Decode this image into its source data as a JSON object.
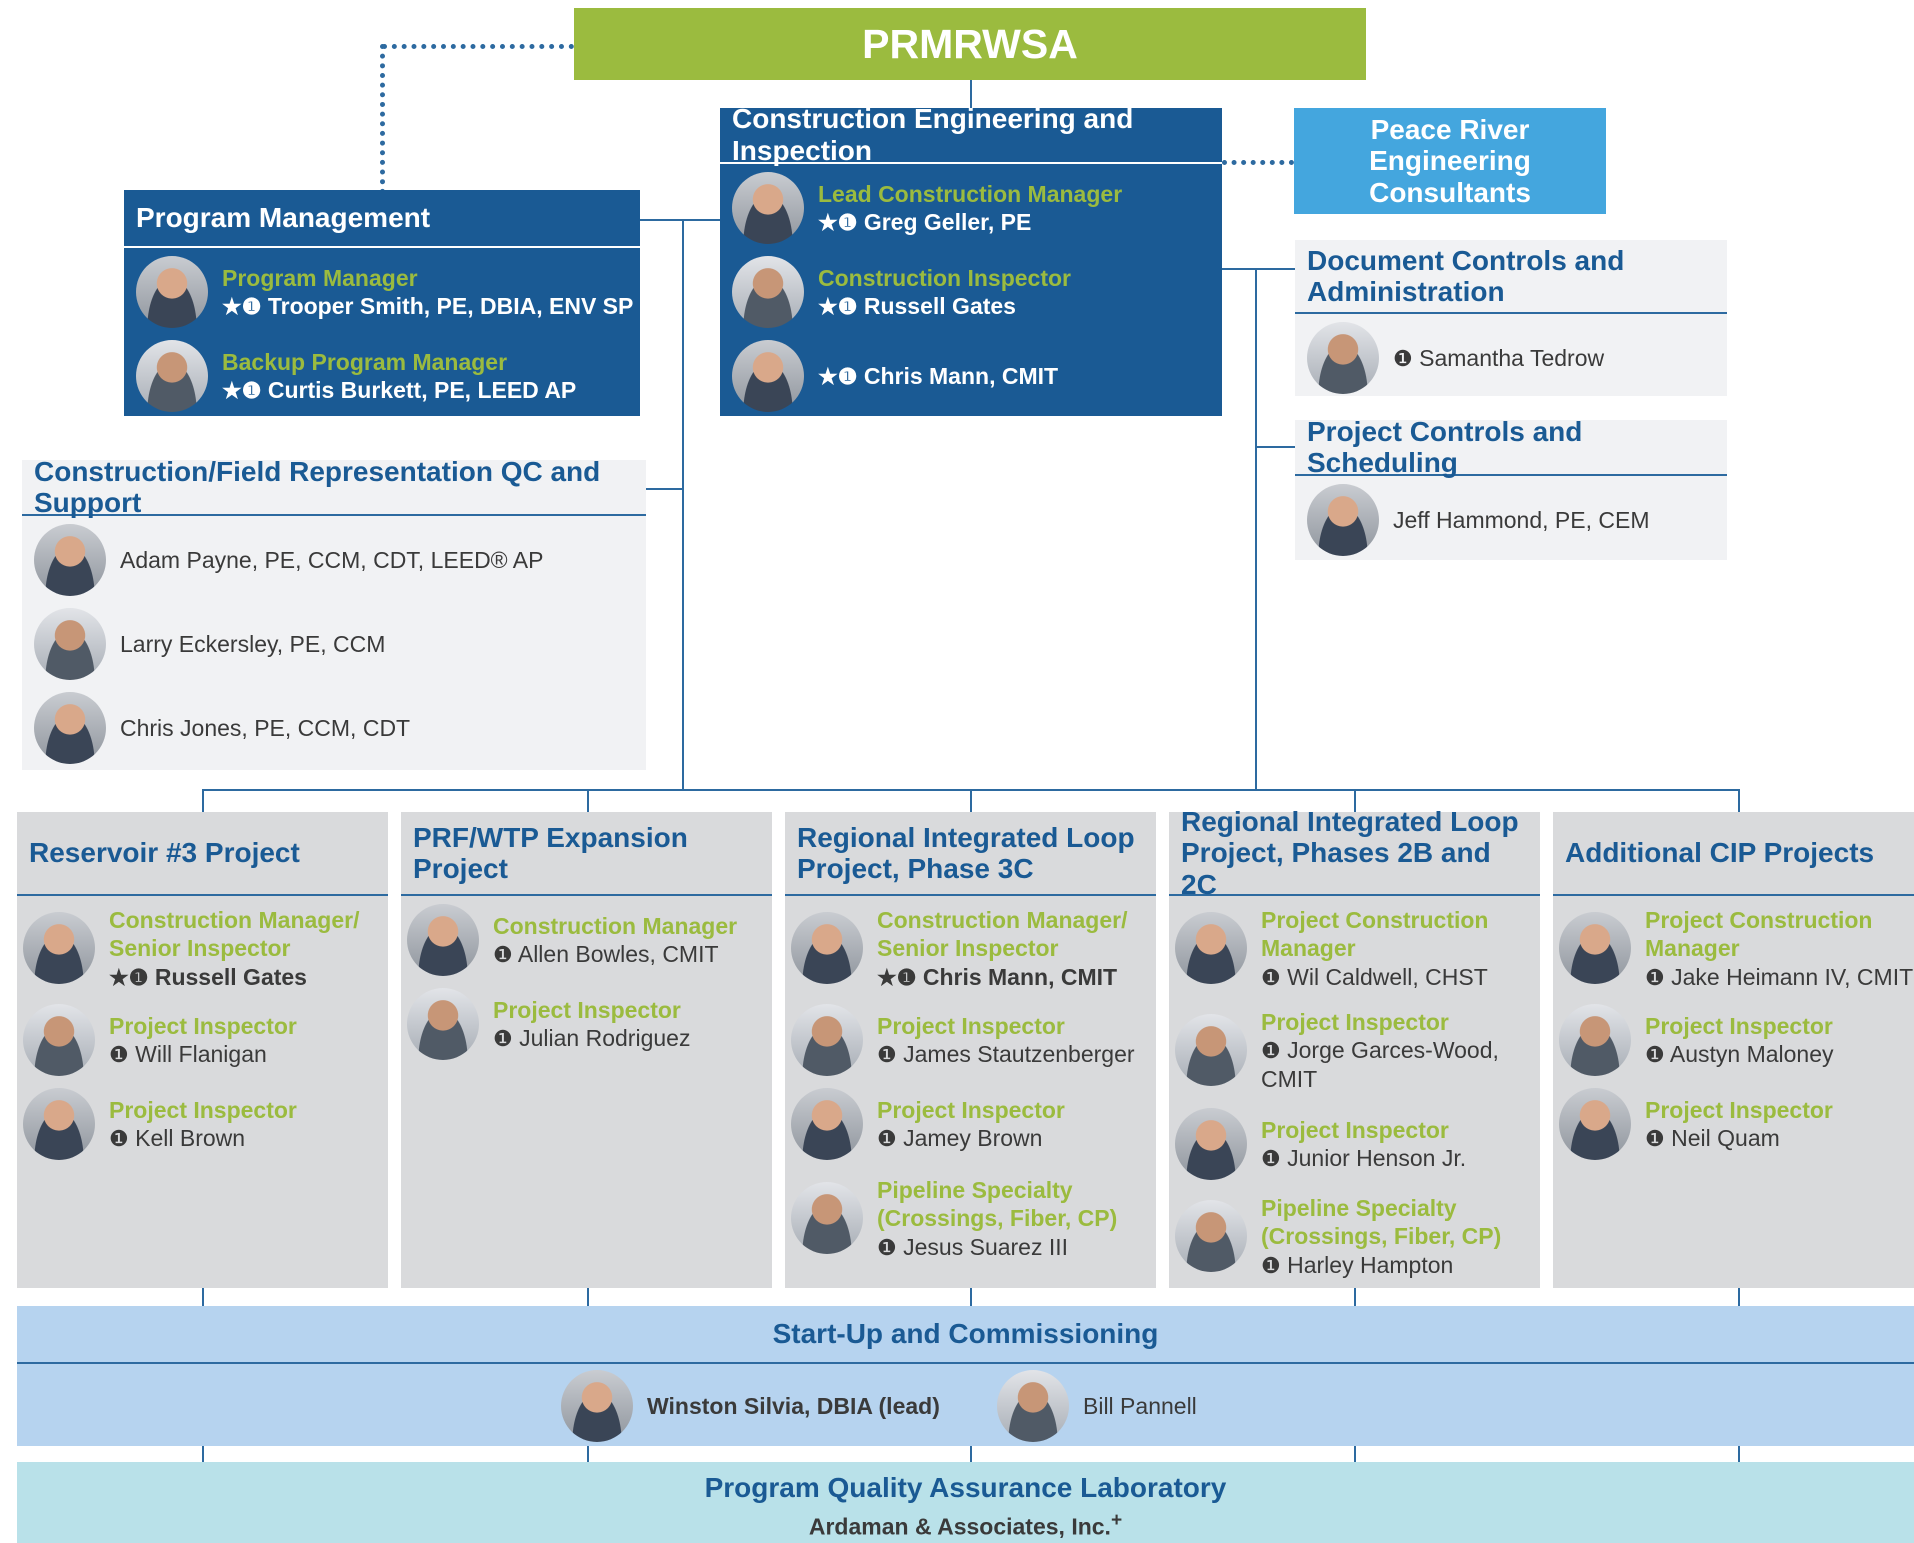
{
  "top": {
    "title": "PRMRWSA"
  },
  "program_management": {
    "title": "Program Management",
    "people": [
      {
        "role": "Program Manager",
        "icons": "★❶",
        "name": "Trooper Smith, PE, DBIA, ENV SP"
      },
      {
        "role": "Backup Program Manager",
        "icons": "★❶",
        "name": "Curtis Burkett, PE, LEED AP"
      }
    ]
  },
  "cei": {
    "title": "Construction Engineering and Inspection",
    "people": [
      {
        "role": "Lead Construction Manager",
        "icons": "★❶",
        "name": "Greg Geller, PE"
      },
      {
        "role": "Construction Inspector",
        "icons": "★❶",
        "name": "Russell Gates"
      },
      {
        "role": "",
        "icons": "★❶",
        "name": "Chris Mann, CMIT"
      }
    ]
  },
  "peace_river": {
    "line1": "Peace River",
    "line2": "Engineering Consultants"
  },
  "document_controls": {
    "title_line1": "Document Controls and",
    "title_line2": "Administration",
    "person": {
      "icons": "❶",
      "name": "Samantha Tedrow"
    }
  },
  "project_controls": {
    "title": "Project Controls and Scheduling",
    "person": {
      "name": "Jeff Hammond, PE, CEM"
    }
  },
  "field_rep": {
    "title": "Construction/Field Representation QC and Support",
    "people": [
      {
        "name": "Adam Payne, PE, CCM, CDT, LEED® AP"
      },
      {
        "name": "Larry Eckersley, PE, CCM"
      },
      {
        "name": "Chris Jones, PE, CCM, CDT"
      }
    ]
  },
  "projects": [
    {
      "title_line1": "Reservoir #3 Project",
      "title_line2": "",
      "people": [
        {
          "role1": "Construction Manager/",
          "role2": "Senior Inspector",
          "icons": "★❶",
          "name": "Russell Gates",
          "bold": true
        },
        {
          "role1": "Project Inspector",
          "role2": "",
          "icons": "❶",
          "name": "Will Flanigan",
          "bold": false
        },
        {
          "role1": "Project Inspector",
          "role2": "",
          "icons": "❶",
          "name": "Kell Brown",
          "bold": false
        }
      ]
    },
    {
      "title_line1": "PRF/WTP Expansion Project",
      "title_line2": "",
      "people": [
        {
          "role1": "Construction Manager",
          "role2": "",
          "icons": "❶",
          "name": "Allen Bowles, CMIT",
          "bold": false
        },
        {
          "role1": "Project Inspector",
          "role2": "",
          "icons": "❶",
          "name": "Julian Rodriguez",
          "bold": false
        }
      ]
    },
    {
      "title_line1": "Regional Integrated Loop",
      "title_line2": "Project, Phase 3C",
      "people": [
        {
          "role1": "Construction Manager/",
          "role2": "Senior Inspector",
          "icons": "★❶",
          "name": "Chris Mann, CMIT",
          "bold": true
        },
        {
          "role1": "Project Inspector",
          "role2": "",
          "icons": "❶",
          "name": "James Stautzenberger",
          "bold": false
        },
        {
          "role1": "Project Inspector",
          "role2": "",
          "icons": "❶",
          "name": "Jamey Brown",
          "bold": false
        },
        {
          "role1": "Pipeline Specialty",
          "role2": "(Crossings, Fiber, CP)",
          "icons": "❶",
          "name": "Jesus Suarez III",
          "bold": false
        }
      ]
    },
    {
      "title_line1": "Regional Integrated Loop",
      "title_line2": "Project, Phases 2B and 2C",
      "people": [
        {
          "role1": "Project Construction",
          "role2": "Manager",
          "icons": "❶",
          "name": "Wil Caldwell, CHST",
          "bold": false
        },
        {
          "role1": "Project Inspector",
          "role2": "",
          "icons": "❶",
          "name": "Jorge Garces-Wood,",
          "name2": "CMIT",
          "bold": false
        },
        {
          "role1": "Project Inspector",
          "role2": "",
          "icons": "❶",
          "name": "Junior Henson Jr.",
          "bold": false
        },
        {
          "role1": "Pipeline Specialty",
          "role2": "(Crossings, Fiber, CP)",
          "icons": "❶",
          "name": "Harley Hampton",
          "bold": false
        }
      ]
    },
    {
      "title_line1": "Additional CIP Projects",
      "title_line2": "",
      "people": [
        {
          "role1": "Project Construction",
          "role2": "Manager",
          "icons": "❶",
          "name": "Jake Heimann IV, CMIT",
          "bold": false
        },
        {
          "role1": "Project Inspector",
          "role2": "",
          "icons": "❶",
          "name": "Austyn Maloney",
          "bold": false
        },
        {
          "role1": "Project Inspector",
          "role2": "",
          "icons": "❶",
          "name": "Neil Quam",
          "bold": false
        }
      ]
    }
  ],
  "startup": {
    "title": "Start-Up and Commissioning",
    "people": [
      {
        "name": "Winston Silvia, DBIA (lead)"
      },
      {
        "name": "Bill Pannell"
      }
    ]
  },
  "lab": {
    "title": "Program Quality Assurance Laboratory",
    "name": "Ardaman & Associates, Inc.",
    "mark": "+"
  }
}
